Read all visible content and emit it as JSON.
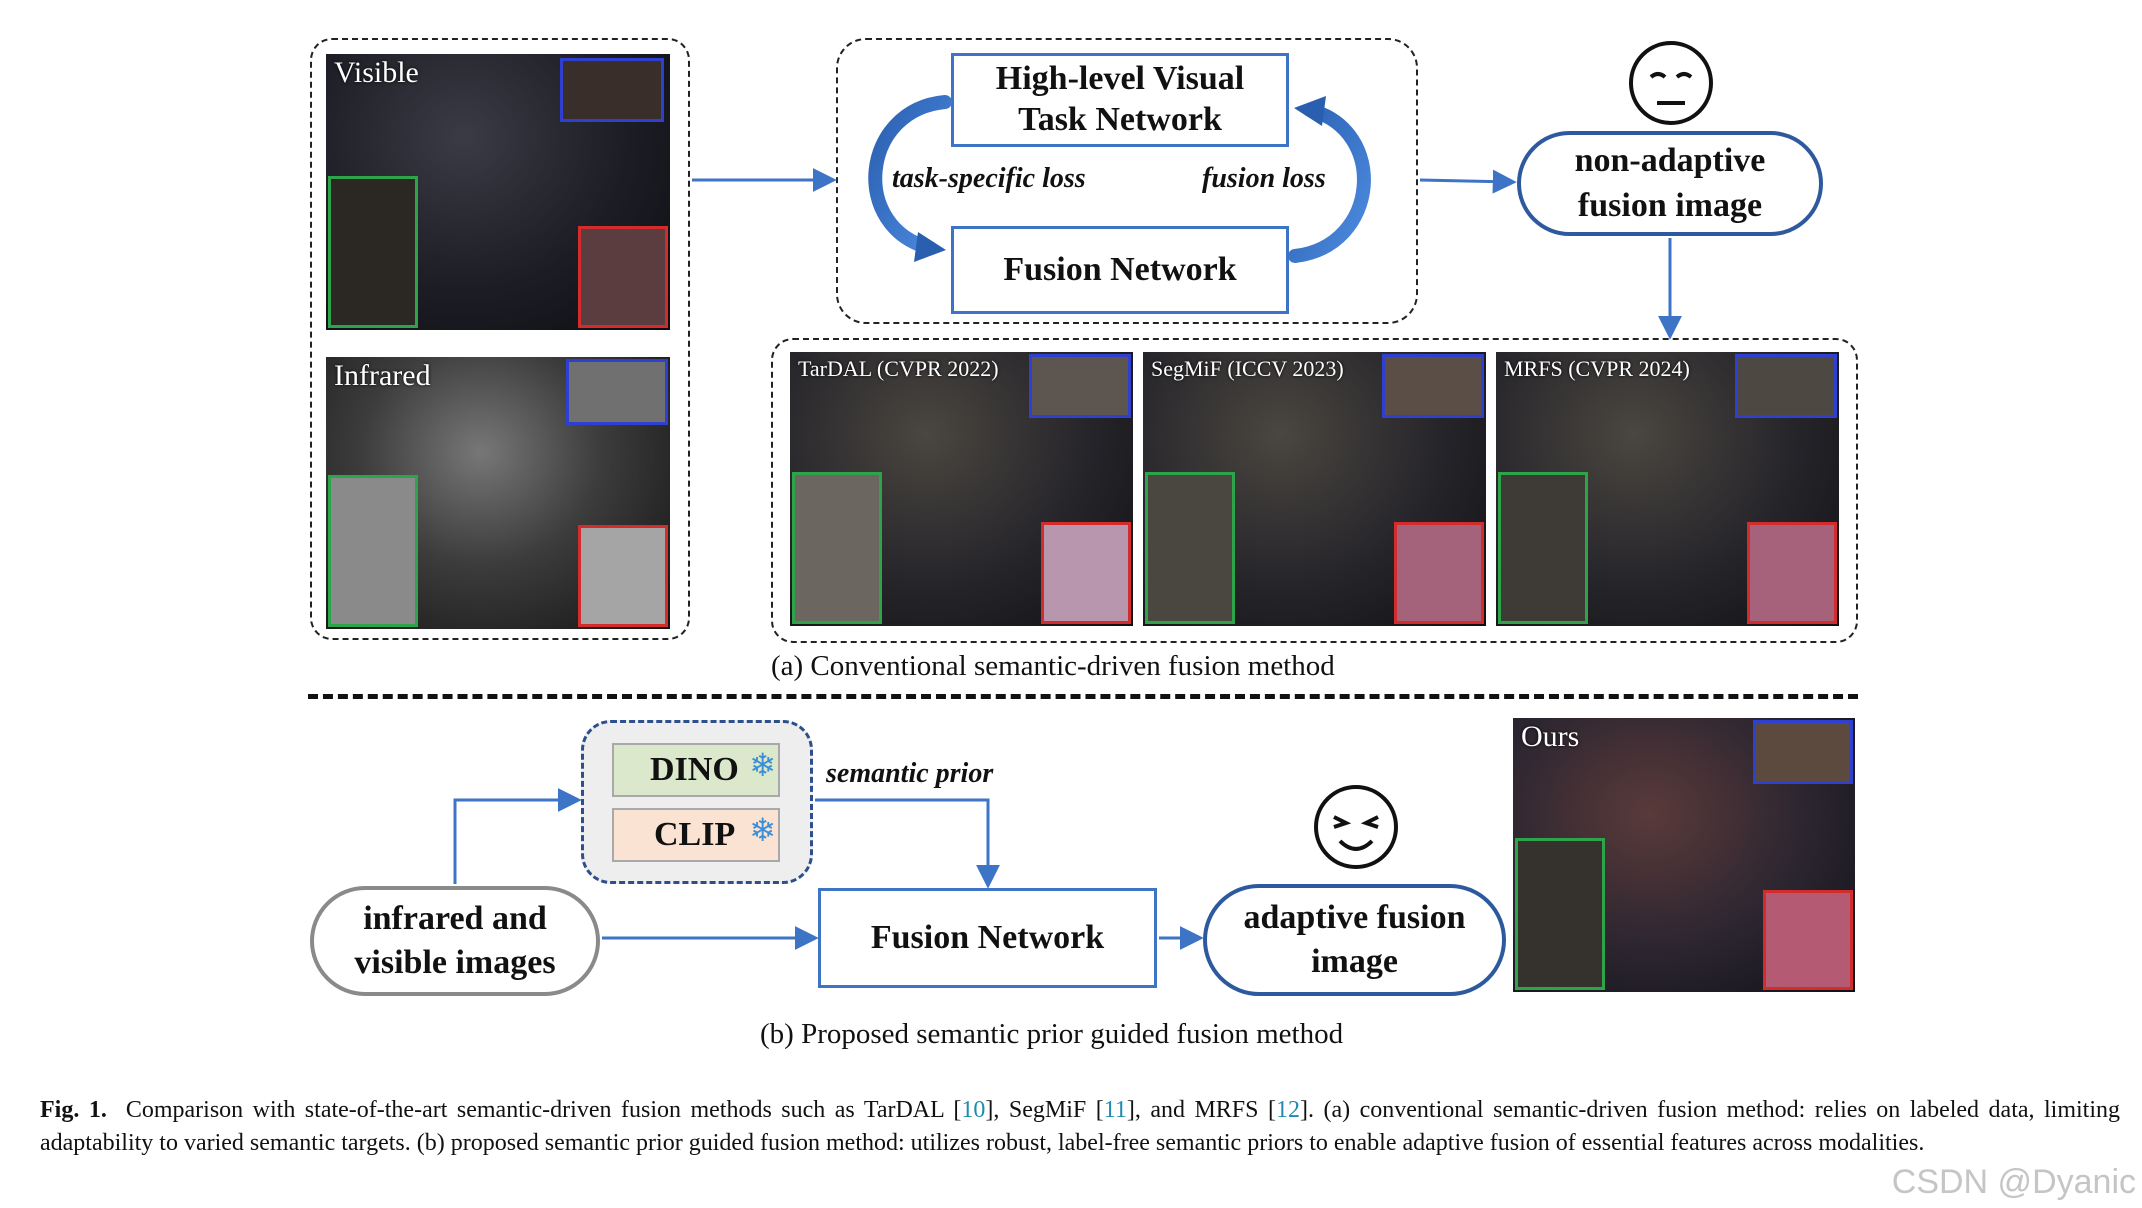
{
  "part_a": {
    "visible_label": "Visible",
    "infrared_label": "Infrared",
    "task_network": "High-level Visual Task Network",
    "fusion_network": "Fusion Network",
    "task_loss": "task-specific loss",
    "fusion_loss": "fusion loss",
    "output": "non-adaptive fusion image",
    "methods": [
      "TarDAL (CVPR 2022)",
      "SegMiF (ICCV 2023)",
      "MRFS (CVPR 2024)"
    ],
    "caption": "(a) Conventional semantic-driven fusion method"
  },
  "part_b": {
    "input": "infrared and visible images",
    "model_1": "DINO",
    "model_2": "CLIP",
    "prior_label": "semantic prior",
    "fusion_network": "Fusion Network",
    "output": "adaptive fusion image",
    "ours_label": "Ours",
    "caption": "(b) Proposed semantic prior guided fusion method"
  },
  "figure_caption": {
    "label": "Fig. 1.",
    "text_1": "Comparison with state-of-the-art semantic-driven fusion methods such as TarDAL [",
    "ref_1": "10",
    "text_2": "], SegMiF [",
    "ref_2": "11",
    "text_3": "], and MRFS [",
    "ref_3": "12",
    "text_4": "]. (a) conventional semantic-driven fusion method: relies on labeled data, limiting adaptability to varied semantic targets. (b) proposed semantic prior guided fusion method: utilizes robust, label-free semantic priors to enable adaptive fusion of essential features across modalities."
  },
  "watermark": "CSDN @Dyanic",
  "colors": {
    "arrow_blue": "#3d74c6",
    "inset_blue": "#2f3fd0",
    "inset_green": "#2ea44a",
    "inset_red": "#d22c2c",
    "dino_fill": "#dbe8cc",
    "clip_fill": "#fbe3d3"
  },
  "icons": [
    "snowflake-icon",
    "neutral-face-icon",
    "happy-face-icon"
  ]
}
